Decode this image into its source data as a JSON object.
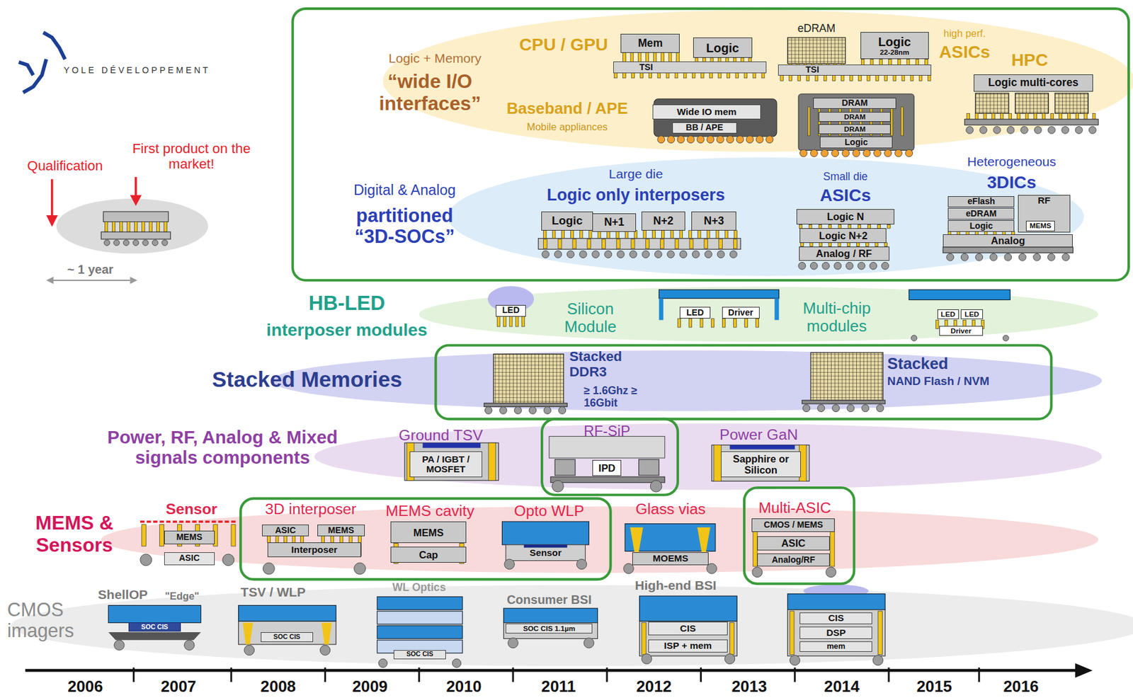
{
  "diagram": {
    "nodes": [
      {
        "text": [
          "Mem"
        ]
      },
      {
        "text": [
          "Logic"
        ]
      },
      {
        "text": [
          "TSI"
        ]
      },
      {
        "text": [
          "Logic",
          "22-28nm"
        ]
      },
      {
        "text": [
          "TSI"
        ]
      },
      {
        "text": [
          "Logic multi-cores"
        ]
      },
      {
        "text": [
          "Wide IO mem"
        ]
      },
      {
        "text": [
          "BB / APE"
        ]
      },
      {
        "text": [
          "DRAM"
        ]
      },
      {
        "text": [
          "DRAM"
        ]
      },
      {
        "text": [
          "DRAM"
        ]
      },
      {
        "text": [
          "Logic"
        ]
      },
      {
        "text": [
          "Logic"
        ]
      },
      {
        "text": [
          "N+1"
        ]
      },
      {
        "text": [
          "N+2"
        ]
      },
      {
        "text": [
          "N+3"
        ]
      },
      {
        "text": [
          "Logic N"
        ]
      },
      {
        "text": [
          "Logic N+2"
        ]
      },
      {
        "text": [
          "Analog / RF"
        ]
      },
      {
        "text": [
          "eFlash"
        ]
      },
      {
        "text": [
          "eDRAM"
        ]
      },
      {
        "text": [
          "Logic"
        ]
      },
      {
        "text": [
          "RF"
        ]
      },
      {
        "text": [
          "MEMS"
        ],
        "in": 22
      },
      {
        "text": [
          "Analog"
        ]
      },
      {
        "text": [
          "LED"
        ]
      },
      {
        "text": [
          "LED"
        ]
      },
      {
        "text": [
          "Driver"
        ]
      },
      {
        "text": [
          "LED"
        ]
      },
      {
        "text": [
          "LED"
        ]
      },
      {
        "text": [
          "Driver"
        ]
      },
      {
        "text": [
          "PA / IGBT / MOSFET"
        ]
      },
      {
        "text": [
          "IPD"
        ]
      },
      {
        "text": [
          "Sapphire or Silicon"
        ]
      },
      {
        "text": [
          "MEMS"
        ]
      },
      {
        "text": [
          "ASIC"
        ]
      },
      {
        "text": [
          "ASIC"
        ]
      },
      {
        "text": [
          "MEMS"
        ]
      },
      {
        "text": [
          "Interposer"
        ]
      },
      {
        "text": [
          "MEMS"
        ]
      },
      {
        "text": [
          "Cap"
        ]
      },
      {
        "text": [
          "Sensor"
        ]
      },
      {
        "text": [
          "MOEMS"
        ]
      },
      {
        "text": [
          "CMOS / MEMS"
        ]
      },
      {
        "text": [
          "ASIC"
        ]
      },
      {
        "text": [
          "Analog/RF"
        ]
      },
      {
        "text": [
          "SOC CIS"
        ]
      },
      {
        "text": [
          "SOC CIS"
        ]
      },
      {
        "text": [
          "SOC CIS"
        ]
      },
      {
        "text": [
          "SOC CIS 1.1µm"
        ]
      },
      {
        "text": [
          "CIS"
        ]
      },
      {
        "text": [
          "ISP + mem"
        ]
      },
      {
        "text": [
          "CIS"
        ]
      },
      {
        "text": [
          "DSP"
        ]
      },
      {
        "text": [
          "mem"
        ]
      }
    ],
    "labels": [
      "YOLE DÉVELOPPEMENT",
      "Qualification",
      "First product on the market!",
      "~ 1 year",
      "Logic + Memory",
      "“wide I/O interfaces”",
      "CPU / GPU",
      "eDRAM",
      "high perf.",
      "ASICs",
      "HPC",
      "Baseband / APE",
      "Mobile appliances",
      "Digital & Analog",
      "partitioned “3D-SOCs”",
      "Large die",
      "Logic only interposers",
      "Small die",
      "ASICs",
      "Heterogeneous",
      "3DICs",
      "HB-LED",
      "interposer modules",
      "Silicon Module",
      "Multi-chip modules",
      "Stacked Memories",
      "Stacked DDR3",
      "≥ 1.6Ghz ≥ 16Gbit",
      "Stacked",
      "NAND Flash / NVM",
      "Power, RF, Analog & Mixed signals components",
      "Ground TSV",
      "RF-SiP",
      "Power GaN",
      "MEMS & Sensors",
      "Sensor",
      "3D interposer",
      "MEMS cavity",
      "Opto WLP",
      "Glass vias",
      "Multi-ASIC",
      "CMOS imagers",
      "ShellOP",
      "\"Edge\"",
      "TSV / WLP",
      "WL Optics",
      "Consumer BSI",
      "High-end BSI",
      "2006",
      "2007",
      "2008",
      "2009",
      "2010",
      "2011",
      "2012",
      "2013",
      "2014",
      "2015",
      "2016"
    ]
  }
}
